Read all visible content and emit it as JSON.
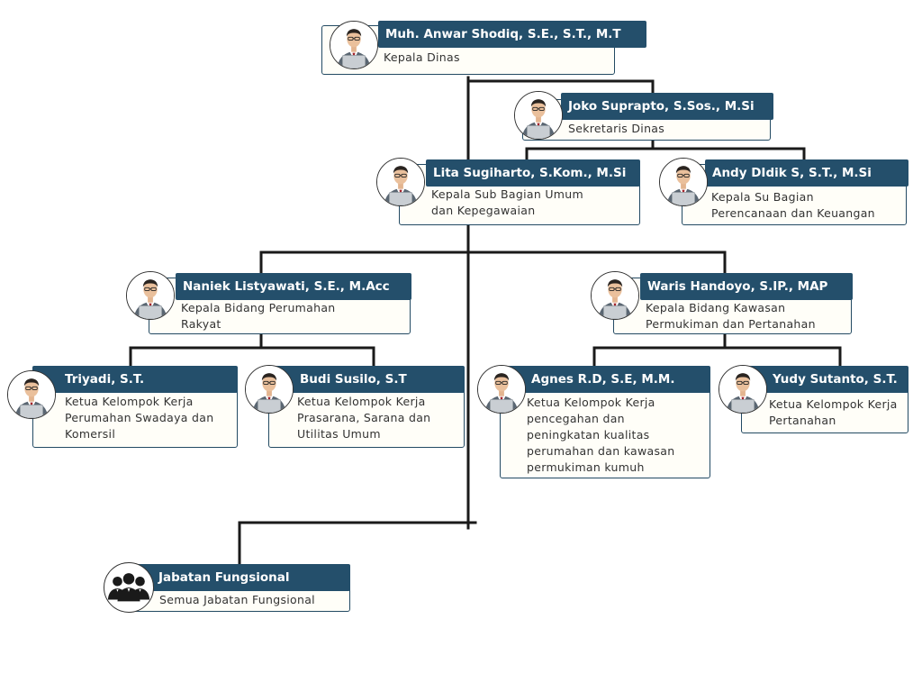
{
  "org_chart": {
    "nodes": [
      {
        "id": "kepala-dinas",
        "name": "Muh. Anwar Shodiq, S.E., S.T., M.T",
        "role": [
          "Kepala Dinas"
        ],
        "icon": "person-laptop-icon"
      },
      {
        "id": "sekretaris",
        "name": "Joko Suprapto, S.Sos., M.Si",
        "role": [
          "Sekretaris Dinas"
        ],
        "icon": "person-laptop-icon"
      },
      {
        "id": "kasubag-umum",
        "name": "Lita Sugiharto, S.Kom., M.Si",
        "role": [
          "Kepala Sub Bagian Umum",
          "dan Kepegawaian"
        ],
        "icon": "person-laptop-icon"
      },
      {
        "id": "kasubag-perencanaan",
        "name": "Andy DIdik S, S.T., M.Si",
        "role": [
          "Kepala Su Bagian",
          "Perencanaan dan Keuangan"
        ],
        "icon": "person-laptop-icon"
      },
      {
        "id": "kabid-perumahan",
        "name": "Naniek Listyawati, S.E., M.Acc",
        "role": [
          "Kepala Bidang Perumahan",
          "Rakyat"
        ],
        "icon": "person-laptop-icon"
      },
      {
        "id": "kabid-kawasan",
        "name": "Waris Handoyo, S.IP., MAP",
        "role": [
          "Kepala Bidang Kawasan",
          "Permukiman dan Pertanahan"
        ],
        "icon": "person-laptop-icon"
      },
      {
        "id": "triyadi",
        "name": "Triyadi, S.T.",
        "role": [
          "Ketua Kelompok Kerja",
          "Perumahan Swadaya dan",
          "Komersil"
        ],
        "icon": "person-laptop-icon"
      },
      {
        "id": "budi",
        "name": "Budi Susilo, S.T",
        "role": [
          "Ketua Kelompok Kerja",
          "Prasarana, Sarana dan",
          "Utilitas Umum"
        ],
        "icon": "person-laptop-icon"
      },
      {
        "id": "agnes",
        "name": "Agnes R.D, S.E, M.M.",
        "role": [
          "Ketua Kelompok Kerja",
          "pencegahan dan",
          "peningkatan kualitas",
          "perumahan dan kawasan",
          "permukiman kumuh"
        ],
        "icon": "person-laptop-icon"
      },
      {
        "id": "yudy",
        "name": "Yudy Sutanto, S.T.",
        "role": [
          "Ketua Kelompok Kerja",
          "Pertanahan"
        ],
        "icon": "person-laptop-icon"
      },
      {
        "id": "fungsional",
        "name": "Jabatan Fungsional",
        "role": [
          "Semua Jabatan Fungsional"
        ],
        "icon": "group-people-icon"
      }
    ]
  },
  "colors": {
    "name_bar": "#244f6b",
    "card_border": "#234a63",
    "card_bg": "#fffef8",
    "connector": "#1a1a1a"
  }
}
